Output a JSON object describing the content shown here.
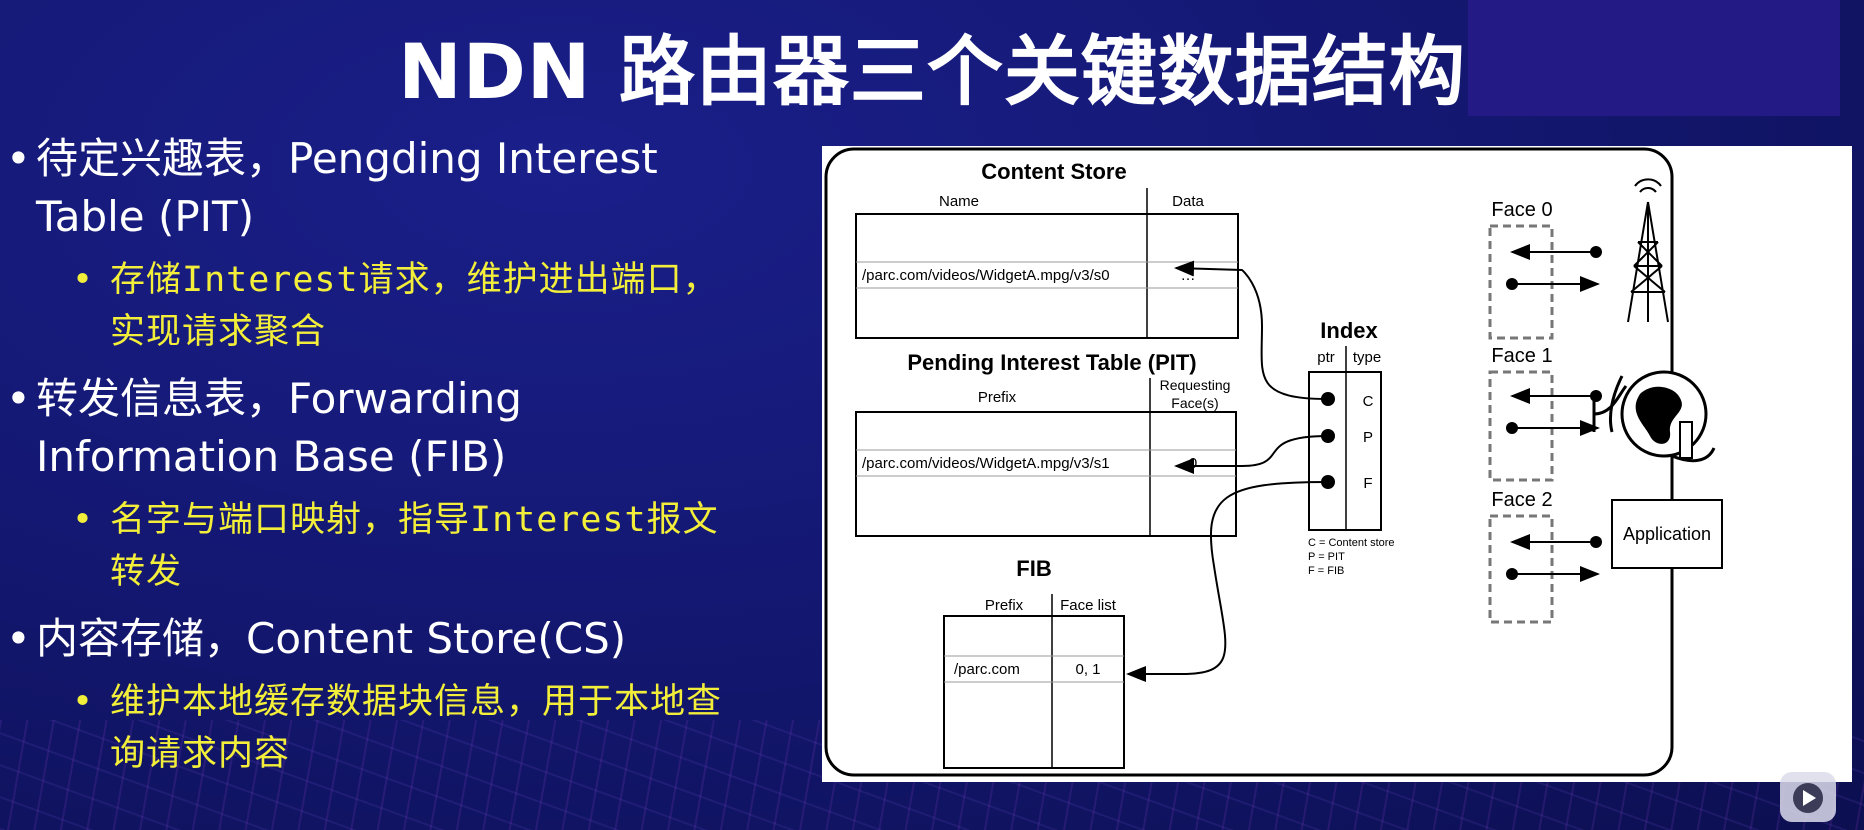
{
  "title": "NDN 路由器三个关键数据结构",
  "bullets": [
    {
      "text": "待定兴趣表，Pengding Interest Table (PIT)",
      "sub": "存储Interest请求，维护进出端口，实现请求聚合"
    },
    {
      "text": "转发信息表，Forwarding Information Base (FIB)",
      "sub": "名字与端口映射，指导Interest报文转发"
    },
    {
      "text": "内容存储，Content Store(CS)",
      "sub": "维护本地缓存数据块信息，用于本地查询请求内容"
    }
  ],
  "bullet_glyph": "•",
  "diagram": {
    "cs": {
      "title": "Content Store",
      "col_name": "Name",
      "col_data": "Data",
      "row_name": "/parc.com/videos/WidgetA.mpg/v3/s0",
      "row_data": "…"
    },
    "pit": {
      "title": "Pending Interest Table (PIT)",
      "col_prefix": "Prefix",
      "col_req_1": "Requesting",
      "col_req_2": "Face(s)",
      "row_name": "/parc.com/videos/WidgetA.mpg/v3/s1",
      "row_face": "0"
    },
    "fib": {
      "title": "FIB",
      "col_prefix": "Prefix",
      "col_faces": "Face list",
      "row_prefix": "/parc.com",
      "row_faces": "0, 1"
    },
    "index": {
      "title": "Index",
      "col_ptr": "ptr",
      "col_type": "type",
      "rows": [
        "C",
        "P",
        "F"
      ],
      "legend": [
        "C = Content store",
        "P = PIT",
        "F = FIB"
      ]
    },
    "faces": [
      "Face 0",
      "Face 1",
      "Face 2"
    ],
    "application": "Application"
  },
  "colors": {
    "background": "#141873",
    "title": "#ffffff",
    "bullet_text": "#ffffff",
    "sub_text": "#f2ee3a"
  }
}
